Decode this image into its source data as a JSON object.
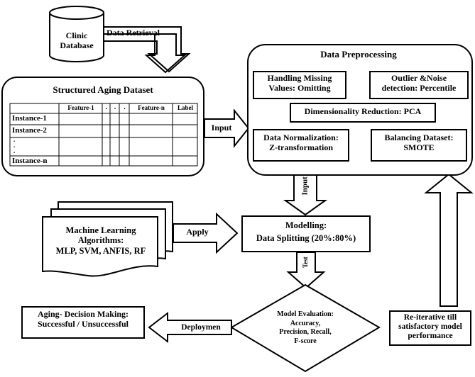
{
  "database": {
    "label_line1": "Clinic",
    "label_line2": "Database"
  },
  "retrieval_label": "Data Retrieval",
  "dataset": {
    "title": "Structured Aging Dataset",
    "headers": [
      "Feature-1",
      ".",
      ".",
      ".",
      "Feature-n",
      "Label"
    ],
    "rows": [
      "Instance-1",
      "Instance-2",
      ".",
      ".",
      ".",
      "Instance-n"
    ]
  },
  "input_label_1": "Input",
  "preprocessing": {
    "title": "Data Preprocessing",
    "missing_line1": "Handling Missing",
    "missing_line2": "Values: Omitting",
    "outlier_line1": "Outlier &Noise",
    "outlier_line2": "detection: Percentile",
    "reduction": "Dimensionality Reduction: PCA",
    "normalization_line1": "Data Normalization:",
    "normalization_line2": "Z-transformation",
    "balancing_line1": "Balancing Dataset:",
    "balancing_line2": "SMOTE"
  },
  "input_label_2": "Input",
  "ml": {
    "line1": "Machine Learning",
    "line2": "Algorithms:",
    "line3": "MLP, SVM, ANFIS, RF"
  },
  "apply_label": "Apply",
  "modelling": {
    "line1": "Modelling:",
    "line2": "Data Splitting (20%:80%)"
  },
  "test_label": "Test",
  "evaluation": {
    "line1": "Model Evaluation:",
    "line2": "Accuracy,",
    "line3": "Precision, Recall,",
    "line4": "F-score"
  },
  "deployment_label": "Deploymen",
  "decision": {
    "line1": "Aging- Decision Making:",
    "line2": "Successful / Unsuccessful"
  },
  "reiterative": {
    "line1": "Re-iterative till",
    "line2": "satisfactory model",
    "line3": "performance"
  }
}
